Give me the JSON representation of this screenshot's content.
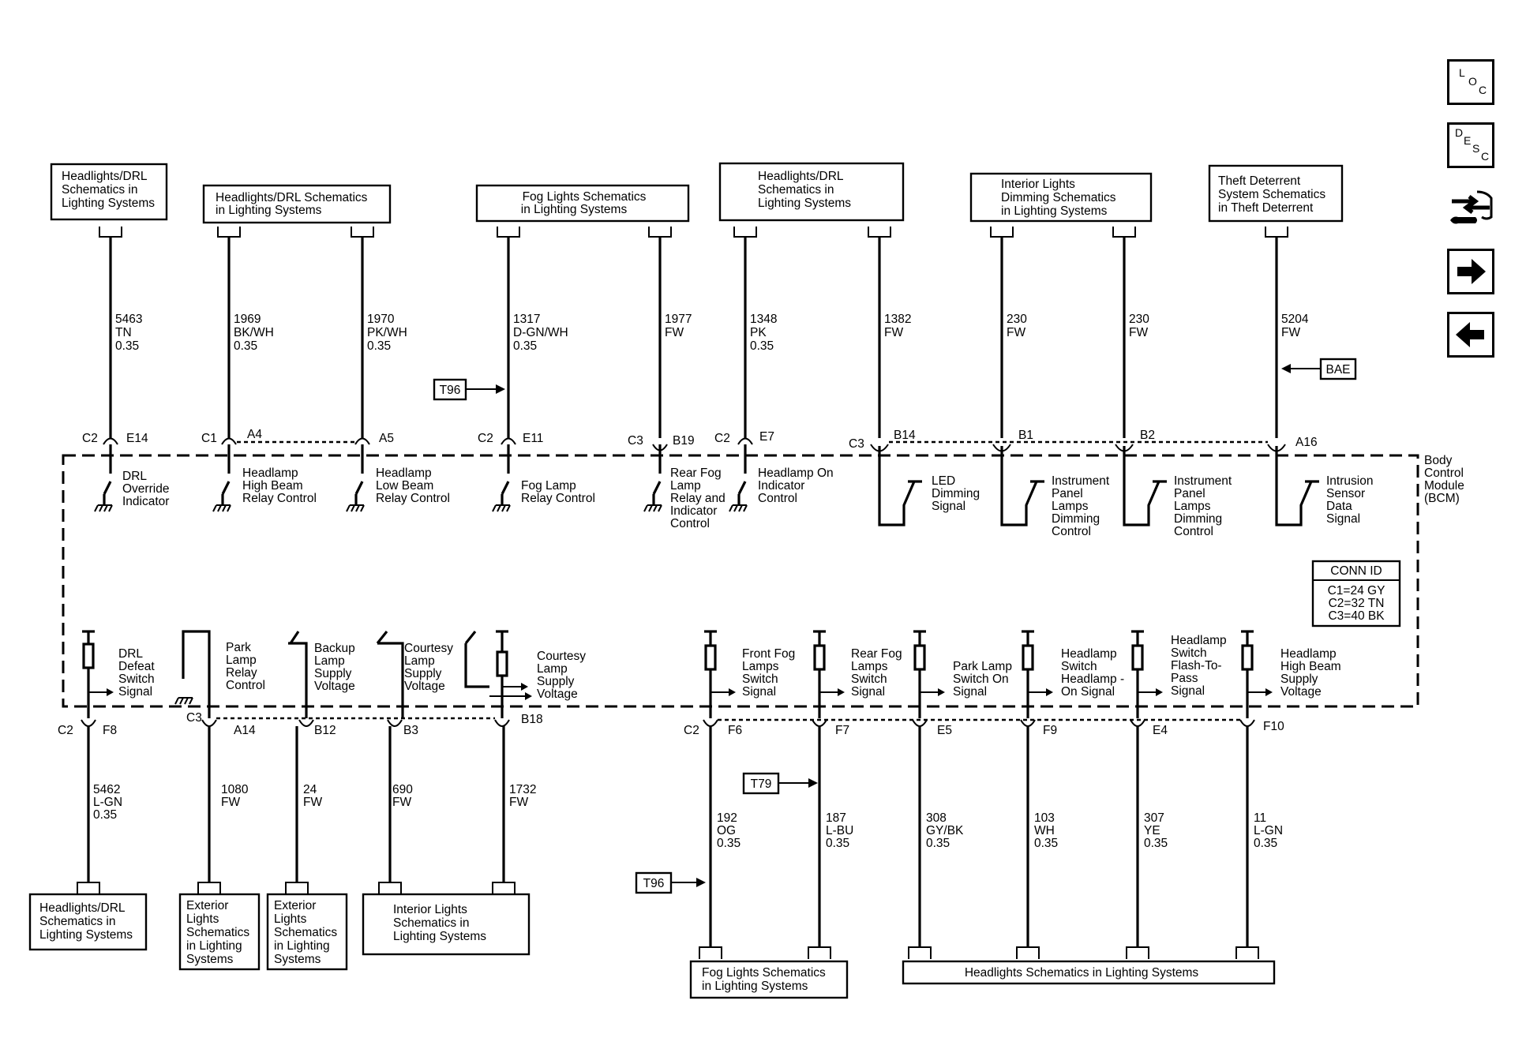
{
  "top_boxes": [
    {
      "lines": [
        "Headlights/DRL",
        "Schematics in",
        "Lighting Systems"
      ]
    },
    {
      "lines": [
        "Headlights/DRL Schematics",
        "in Lighting Systems"
      ]
    },
    {
      "lines": [
        "Fog Lights Schematics",
        "in Lighting Systems"
      ]
    },
    {
      "lines": [
        "Headlights/DRL",
        "Schematics in",
        "Lighting Systems"
      ]
    },
    {
      "lines": [
        "Interior Lights",
        "Dimming Schematics",
        "in Lighting Systems"
      ]
    },
    {
      "lines": [
        "Theft Deterrent",
        "System Schematics",
        "in Theft Deterrent"
      ]
    }
  ],
  "top_wires": [
    {
      "circuit": "5463",
      "color": "TN",
      "gauge": "0.35",
      "conn": "C2",
      "pin": "E14"
    },
    {
      "circuit": "1969",
      "color": "BK/WH",
      "gauge": "0.35",
      "conn": "C1",
      "pin": "A4"
    },
    {
      "circuit": "1970",
      "color": "PK/WH",
      "gauge": "0.35",
      "conn": "",
      "pin": "A5"
    },
    {
      "circuit": "1317",
      "color": "D-GN/WH",
      "gauge": "0.35",
      "conn": "C2",
      "pin": "E11"
    },
    {
      "circuit": "1977",
      "color": "FW",
      "gauge": "",
      "conn": "C3",
      "pin": "B19"
    },
    {
      "circuit": "1348",
      "color": "PK",
      "gauge": "0.35",
      "conn": "C2",
      "pin": "E7"
    },
    {
      "circuit": "1382",
      "color": "FW",
      "gauge": "",
      "conn": "C3",
      "pin": "B14"
    },
    {
      "circuit": "230",
      "color": "FW",
      "gauge": "",
      "conn": "",
      "pin": "B1"
    },
    {
      "circuit": "230",
      "color": "FW",
      "gauge": "",
      "conn": "",
      "pin": "B2"
    },
    {
      "circuit": "5204",
      "color": "FW",
      "gauge": "",
      "conn": "",
      "pin": "A16"
    }
  ],
  "top_functions": [
    {
      "lines": [
        "DRL",
        "Override",
        "Indicator"
      ]
    },
    {
      "lines": [
        "Headlamp",
        "High Beam",
        "Relay Control"
      ]
    },
    {
      "lines": [
        "Headlamp",
        "Low Beam",
        "Relay Control"
      ]
    },
    {
      "lines": [
        "Fog Lamp",
        "Relay Control"
      ]
    },
    {
      "lines": [
        "Rear Fog",
        "Lamp",
        "Relay and",
        "Indicator",
        "Control"
      ]
    },
    {
      "lines": [
        "Headlamp On",
        "Indicator",
        "Control"
      ]
    },
    {
      "lines": [
        "LED",
        "Dimming",
        "Signal"
      ]
    },
    {
      "lines": [
        "Instrument",
        "Panel",
        "Lamps",
        "Dimming",
        "Control"
      ]
    },
    {
      "lines": [
        "Instrument",
        "Panel",
        "Lamps",
        "Dimming",
        "Control"
      ]
    },
    {
      "lines": [
        "Intrusion",
        "Sensor",
        "Data",
        "Signal"
      ]
    }
  ],
  "module_label": [
    "Body",
    "Control",
    "Module",
    "(BCM)"
  ],
  "conn_id": {
    "title": "CONN ID",
    "lines": [
      "C1=24 GY",
      "C2=32 TN",
      "C3=40 BK"
    ]
  },
  "references": {
    "t96_top": "T96",
    "bae": "BAE",
    "t79": "T79",
    "t96_bottom": "T96"
  },
  "bottom_functions": [
    {
      "lines": [
        "DRL",
        "Defeat",
        "Switch",
        "Signal"
      ]
    },
    {
      "lines": [
        "Park",
        "Lamp",
        "Relay",
        "Control"
      ]
    },
    {
      "lines": [
        "Backup",
        "Lamp",
        "Supply",
        "Voltage"
      ]
    },
    {
      "lines": [
        "Courtesy",
        "Lamp",
        "Supply",
        "Voltage"
      ]
    },
    {
      "lines": [
        "Courtesy",
        "Lamp",
        "Supply",
        "Voltage"
      ]
    },
    {
      "lines": [
        "Front Fog",
        "Lamps",
        "Switch",
        "Signal"
      ]
    },
    {
      "lines": [
        "Rear Fog",
        "Lamps",
        "Switch",
        "Signal"
      ]
    },
    {
      "lines": [
        "Park Lamp",
        "Switch On",
        "Signal"
      ]
    },
    {
      "lines": [
        "Headlamp",
        "Switch",
        "Headlamp -",
        "On Signal"
      ]
    },
    {
      "lines": [
        "Headlamp",
        "Switch",
        "Flash-To-",
        "Pass",
        "Signal"
      ]
    },
    {
      "lines": [
        "Headlamp",
        "High Beam",
        "Supply",
        "Voltage"
      ]
    }
  ],
  "bottom_wires": [
    {
      "circuit": "5462",
      "color": "L-GN",
      "gauge": "0.35",
      "conn": "C2",
      "pin": "F8"
    },
    {
      "circuit": "1080",
      "color": "FW",
      "gauge": "",
      "conn": "C3",
      "pin": "A14"
    },
    {
      "circuit": "24",
      "color": "FW",
      "gauge": "",
      "conn": "",
      "pin": "B12"
    },
    {
      "circuit": "690",
      "color": "FW",
      "gauge": "",
      "conn": "",
      "pin": "B3"
    },
    {
      "circuit": "1732",
      "color": "FW",
      "gauge": "",
      "conn": "",
      "pin": "B18"
    },
    {
      "circuit": "192",
      "color": "OG",
      "gauge": "0.35",
      "conn": "C2",
      "pin": "F6"
    },
    {
      "circuit": "187",
      "color": "L-BU",
      "gauge": "0.35",
      "conn": "",
      "pin": "F7"
    },
    {
      "circuit": "308",
      "color": "GY/BK",
      "gauge": "0.35",
      "conn": "",
      "pin": "E5"
    },
    {
      "circuit": "103",
      "color": "WH",
      "gauge": "0.35",
      "conn": "",
      "pin": "F9"
    },
    {
      "circuit": "307",
      "color": "YE",
      "gauge": "0.35",
      "conn": "",
      "pin": "E4"
    },
    {
      "circuit": "11",
      "color": "L-GN",
      "gauge": "0.35",
      "conn": "",
      "pin": "F10"
    }
  ],
  "bottom_boxes": [
    {
      "lines": [
        "Headlights/DRL",
        "Schematics in",
        "Lighting Systems"
      ]
    },
    {
      "lines": [
        "Exterior",
        "Lights",
        "Schematics",
        "in Lighting",
        "Systems"
      ]
    },
    {
      "lines": [
        "Exterior",
        "Lights",
        "Schematics",
        "in Lighting",
        "Systems"
      ]
    },
    {
      "lines": [
        "Interior Lights",
        "Schematics in",
        "Lighting Systems"
      ]
    },
    {
      "lines": [
        "Fog Lights Schematics",
        "in Lighting Systems"
      ]
    },
    {
      "lines": [
        "Headlights Schematics in Lighting Systems"
      ]
    }
  ],
  "nav": {
    "loc": [
      "L",
      "O",
      "C"
    ],
    "desc": [
      "D",
      "E",
      "S",
      "C"
    ]
  }
}
